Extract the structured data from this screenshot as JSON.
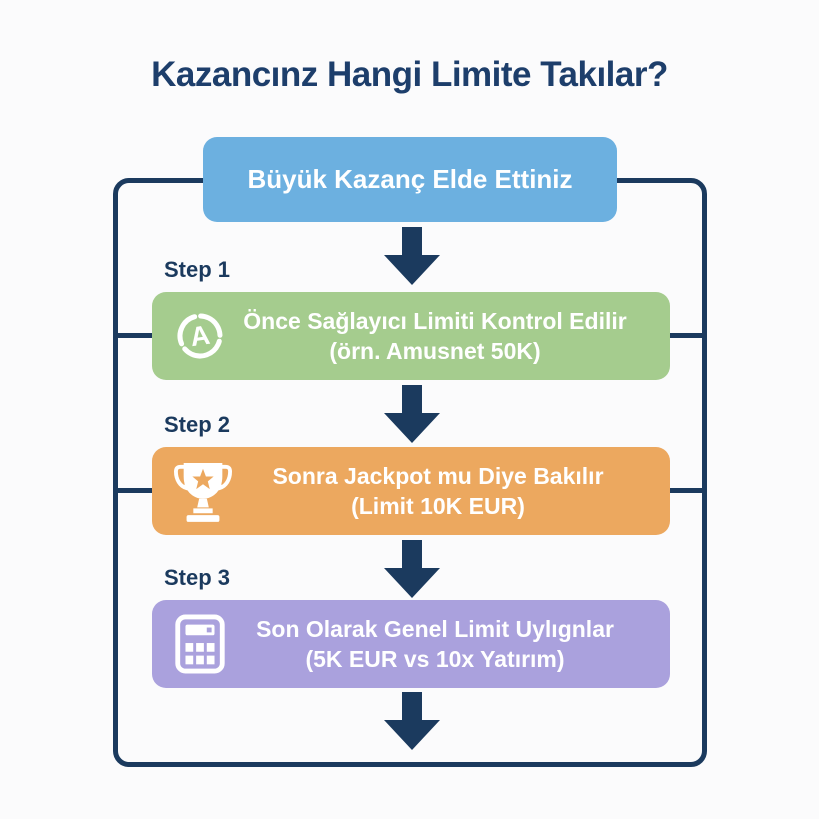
{
  "title": "Kazancınz Hangi Limite Takılar?",
  "colors": {
    "navy": "#1b3a5e",
    "title_text": "#1d3e6b",
    "box_text": "#ffffff",
    "background": "#fbfbfc",
    "start_box": "#6cb0e0",
    "step1_box": "#a5cc8e",
    "step2_box": "#eca85f",
    "step3_box": "#aaa1dd",
    "trophy_star": "#eca85f"
  },
  "flow": {
    "start": {
      "label": "Büyük Kazanç Elde Ettiniz",
      "color": "#6cb0e0"
    },
    "steps": [
      {
        "step_label": "Step 1",
        "icon": "amusnet-a-icon",
        "line1": "Önce Sağlayıcı Limiti Kontrol Edilir",
        "line2": "(örn. Amusnet 50K)",
        "color": "#a5cc8e"
      },
      {
        "step_label": "Step 2",
        "icon": "trophy-icon",
        "line1": "Sonra Jackpot mu Diye Bakılır",
        "line2": "(Limit 10K EUR)",
        "color": "#eca85f"
      },
      {
        "step_label": "Step 3",
        "icon": "calculator-icon",
        "line1": "Son Olarak Genel Limit Uylıgnlar",
        "line2": "(5K EUR vs 10x Yatırım)",
        "color": "#aaa1dd"
      }
    ]
  }
}
